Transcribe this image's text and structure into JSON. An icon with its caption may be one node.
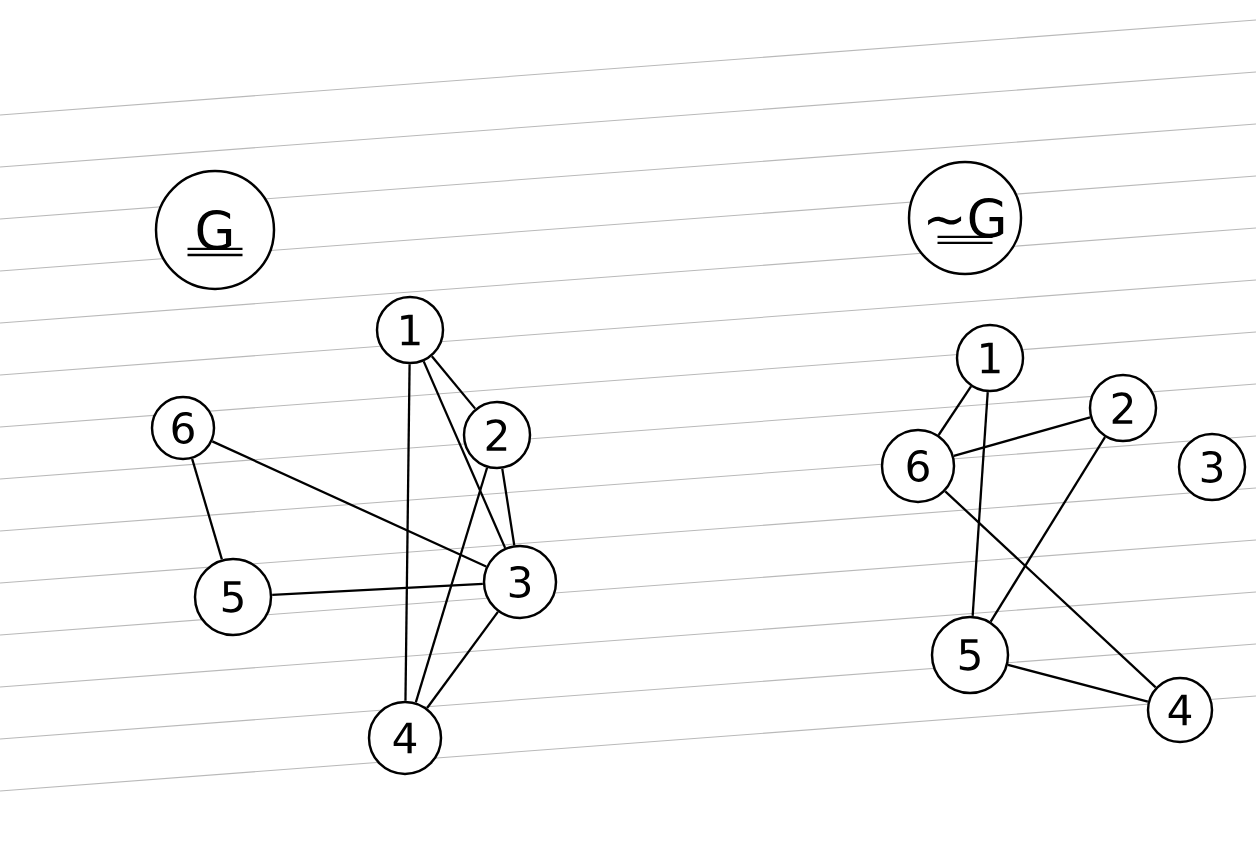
{
  "diagram": {
    "nodes": [
      {
        "text": [
          "G"
        ]
      },
      {
        "text": [
          "1"
        ]
      },
      {
        "text": [
          "2"
        ]
      },
      {
        "text": [
          "3"
        ]
      },
      {
        "text": [
          "4"
        ]
      },
      {
        "text": [
          "5"
        ]
      },
      {
        "text": [
          "6"
        ]
      },
      {
        "text": [
          "~G"
        ]
      },
      {
        "text": [
          "1"
        ]
      },
      {
        "text": [
          "2"
        ]
      },
      {
        "text": [
          "3"
        ]
      },
      {
        "text": [
          "4"
        ]
      },
      {
        "text": [
          "5"
        ]
      },
      {
        "text": [
          "6"
        ]
      }
    ],
    "edges": [
      {
        "from": 1,
        "to": 2,
        "arrow": "none"
      },
      {
        "from": 1,
        "to": 3,
        "arrow": "none"
      },
      {
        "from": 1,
        "to": 4,
        "arrow": "none"
      },
      {
        "from": 2,
        "to": 3,
        "arrow": "none"
      },
      {
        "from": 2,
        "to": 4,
        "arrow": "none"
      },
      {
        "from": 6,
        "to": 3,
        "arrow": "none"
      },
      {
        "from": 6,
        "to": 5,
        "arrow": "none"
      },
      {
        "from": 5,
        "to": 3,
        "arrow": "none"
      },
      {
        "from": 3,
        "to": 4,
        "arrow": "none"
      },
      {
        "from": 8,
        "to": 13,
        "arrow": "none"
      },
      {
        "from": 8,
        "to": 12,
        "arrow": "none"
      },
      {
        "from": 9,
        "to": 13,
        "arrow": "none"
      },
      {
        "from": 9,
        "to": 12,
        "arrow": "none"
      },
      {
        "from": 13,
        "to": 11,
        "arrow": "none"
      },
      {
        "from": 12,
        "to": 11,
        "arrow": "none"
      }
    ]
  }
}
